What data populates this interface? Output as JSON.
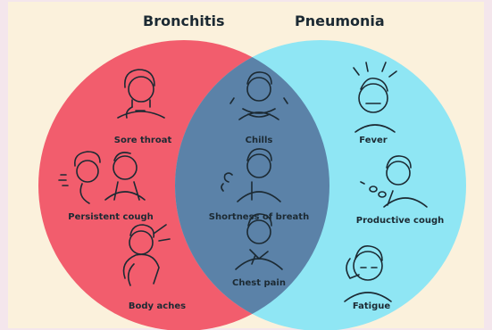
{
  "titles": {
    "left": "Bronchitis",
    "right": "Pneumonia"
  },
  "colors": {
    "left_circle": "#f25d6d",
    "right_circle": "#8fe6f4",
    "overlap": "#5b82a8",
    "ink": "#1c2a33",
    "background": "#fbf1dc"
  },
  "symptoms": {
    "bronchitis": [
      "Sore throat",
      "Persistent cough",
      "Body aches"
    ],
    "shared": [
      "Chills",
      "Shortness of breath",
      "Chest pain"
    ],
    "pneumonia": [
      "Fever",
      "Productive cough",
      "Fatigue"
    ]
  },
  "icons": {
    "bronchitis": [
      "person-holding-throat-icon",
      "person-coughing-icon",
      "person-shoulder-ache-icon"
    ],
    "shared": [
      "person-shivering-icon",
      "person-breathless-icon",
      "person-chest-pain-icon"
    ],
    "pneumonia": [
      "person-feverish-icon",
      "person-coughing-phlegm-icon",
      "person-tired-icon"
    ]
  }
}
